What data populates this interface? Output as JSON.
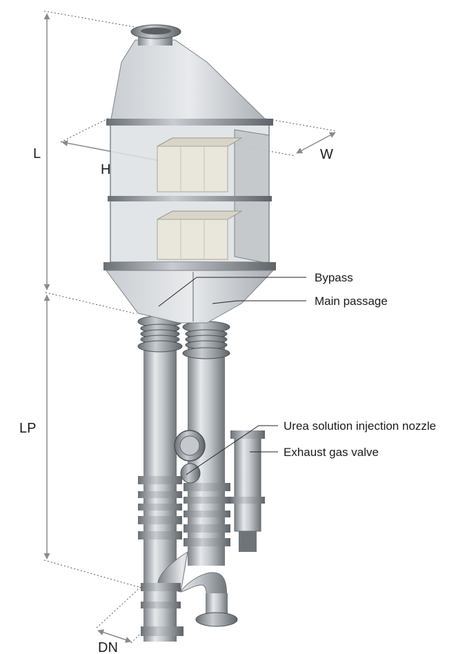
{
  "dimensions": {
    "length": "L",
    "height": "H",
    "width": "W",
    "pipe_length": "LP",
    "diameter": "DN"
  },
  "callouts": {
    "bypass": "Bypass",
    "main_passage": "Main passage",
    "urea_nozzle": "Urea solution injection nozzle",
    "exhaust_valve": "Exhaust gas valve"
  },
  "colors": {
    "dimension_line": "#8a8a8a",
    "steel_light": "#e4e6e8",
    "steel_mid": "#b9bdc1",
    "steel_dark": "#7d8287",
    "catalyst": "#e9e6dc"
  }
}
